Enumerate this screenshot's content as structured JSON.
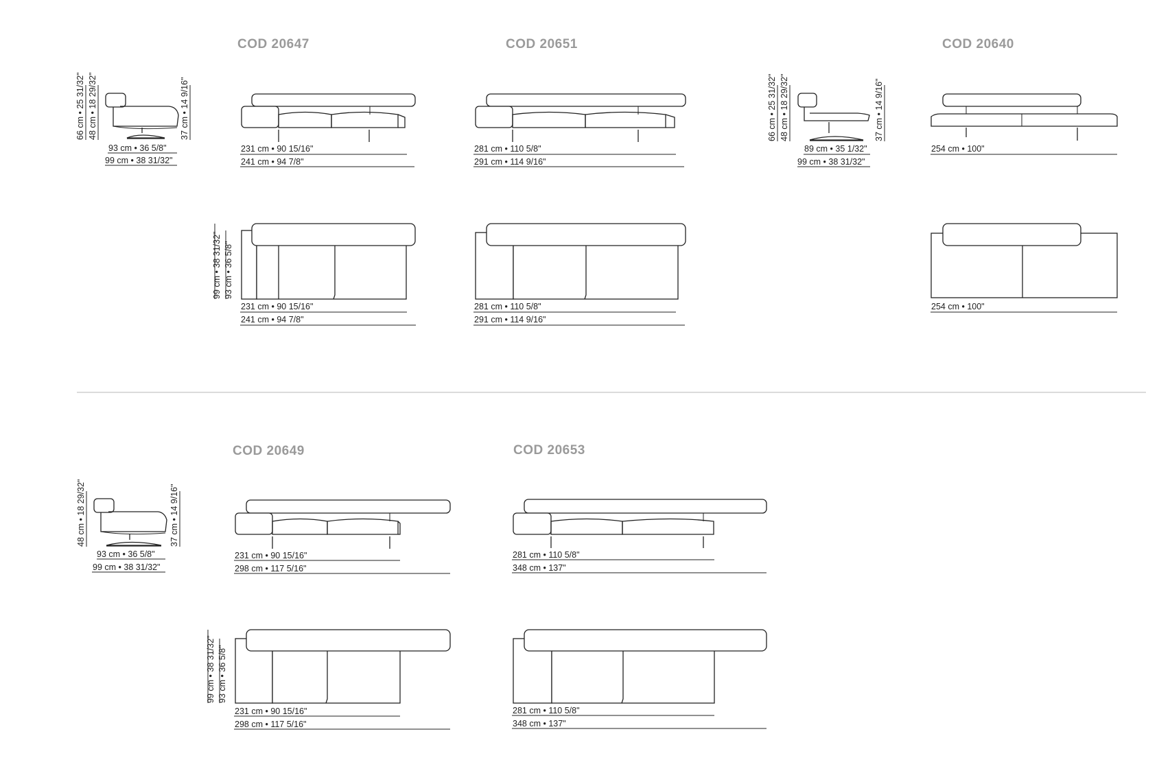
{
  "codes": {
    "c20647": "COD 20647",
    "c20651": "COD 20651",
    "c20640": "COD 20640",
    "c20649": "COD 20649",
    "c20653": "COD 20653"
  },
  "dims": {
    "s1_h_total": "66 cm • 25 31/32\"",
    "s1_h_seat_back": "48 cm • 18 29/32\"",
    "s1_h_seat": "37 cm • 14 9/16\"",
    "s1_depth_a": "93 cm • 36 5/8\"",
    "s1_depth_b": "99 cm • 38 31/32\"",
    "c20647_front_a": "231 cm • 90 15/16\"",
    "c20647_front_b": "241 cm • 94 7/8\"",
    "c20651_front_a": "281 cm • 110 5/8\"",
    "c20651_front_b": "291 cm • 114 9/16\"",
    "s2_h_total": "66 cm • 25 31/32\"",
    "s2_h_seat_back": "48 cm • 18 29/32\"",
    "s2_h_seat": "37 cm • 14 9/16\"",
    "s2_depth_a": "89 cm • 35 1/32\"",
    "s2_depth_b": "99 cm • 38 31/32\"",
    "c20640_front": "254 cm • 100\"",
    "c20647_top_d_a": "99 cm • 38 31/32\"",
    "c20647_top_d_b": "93 cm • 36 5/8\"",
    "c20647_top_a": "231 cm • 90 15/16\"",
    "c20647_top_b": "241 cm • 94 7/8\"",
    "c20651_top_a": "281 cm • 110 5/8\"",
    "c20651_top_b": "291 cm • 114 9/16\"",
    "c20640_top": "254 cm • 100\"",
    "s3_h_seat_back": "48 cm • 18 29/32\"",
    "s3_h_seat": "37 cm • 14 9/16\"",
    "s3_depth_a": "93 cm • 36 5/8\"",
    "s3_depth_b": "99 cm • 38 31/32\"",
    "c20649_front_a": "231 cm • 90 15/16\"",
    "c20649_front_b": "298 cm • 117 5/16\"",
    "c20653_front_a": "281 cm • 110 5/8\"",
    "c20653_front_b": "348 cm • 137\"",
    "c20649_top_d_a": "99 cm • 38 31/32\"",
    "c20649_top_d_b": "93 cm • 36 5/8\"",
    "c20649_top_a": "231 cm • 90 15/16\"",
    "c20649_top_b": "298 cm • 117 5/16\"",
    "c20653_top_a": "281 cm • 110 5/8\"",
    "c20653_top_b": "348 cm • 137\""
  }
}
